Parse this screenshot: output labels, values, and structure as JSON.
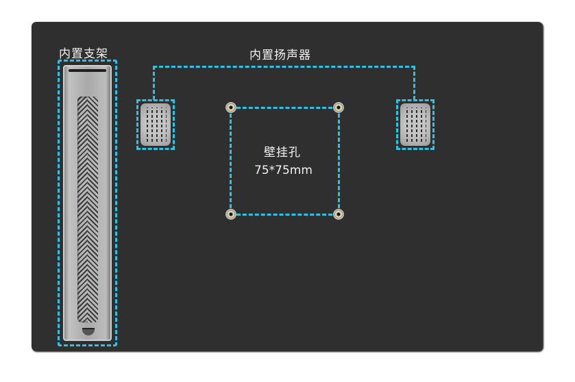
{
  "diagram": {
    "bracket_label": "内置支架",
    "speaker_label": "内置扬声器",
    "mount_label": "壁挂孔",
    "mount_size": "75*75mm"
  },
  "colors": {
    "panel": "#2f2f2f",
    "dashed_outline": "#2bc3e6",
    "label_text": "#f2f2f2"
  }
}
